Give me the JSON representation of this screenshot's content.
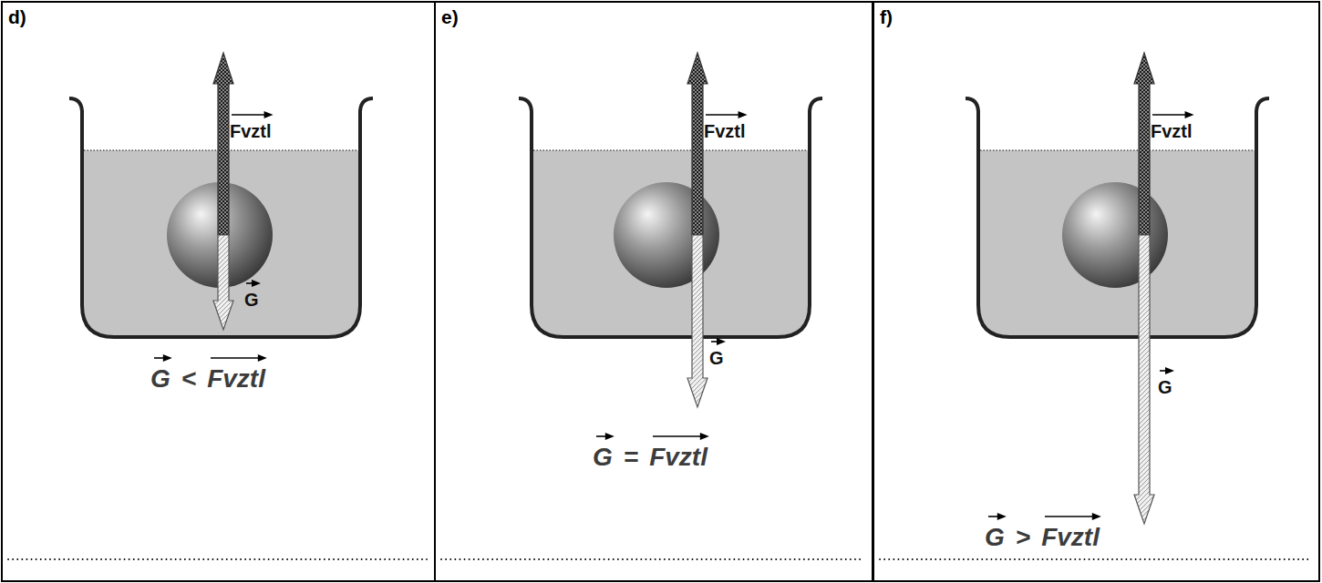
{
  "diagram": {
    "nodes": [
      {
        "text": [
          "d)"
        ]
      },
      {
        "text": [
          "e)"
        ]
      },
      {
        "text": [
          "f)"
        ]
      }
    ],
    "labels": [
      "Fvztl",
      "G",
      "G",
      "<",
      "Fvztl",
      "Fvztl",
      "G",
      "G",
      "=",
      "Fvztl",
      "Fvztl",
      "G",
      "G",
      ">",
      "Fvztl"
    ]
  }
}
